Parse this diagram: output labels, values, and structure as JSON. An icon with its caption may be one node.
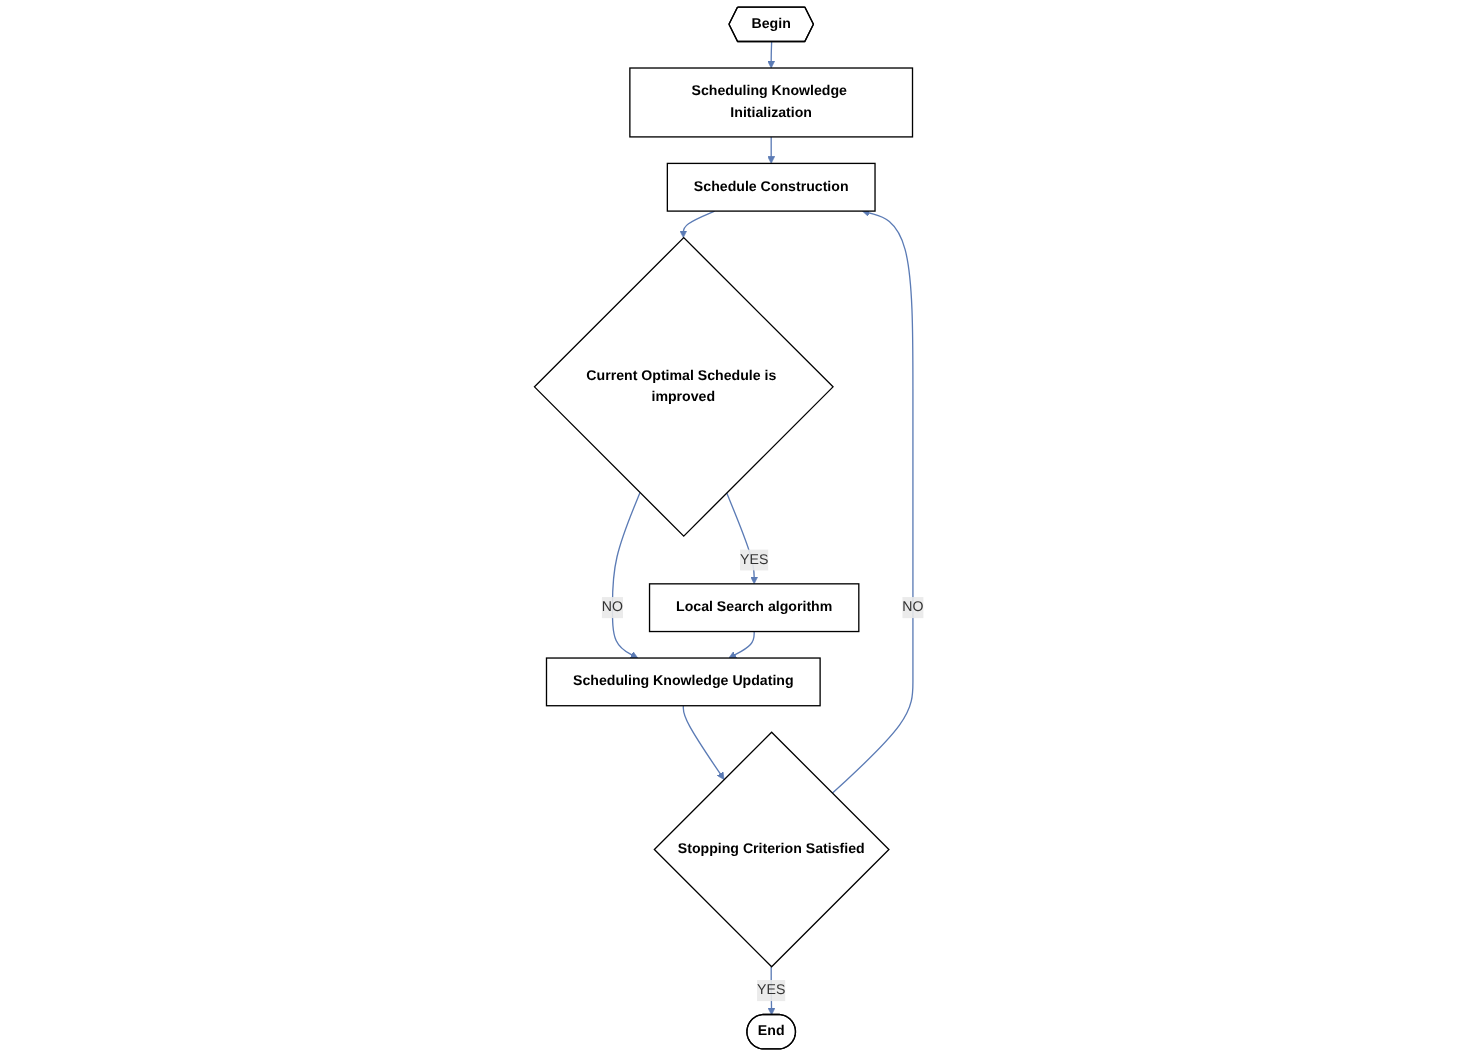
{
  "diagram": {
    "nodes": [
      {
        "text": [
          "Begin"
        ]
      },
      {
        "text": [
          "Scheduling Knowledge Initialization"
        ]
      },
      {
        "text": [
          "Schedule Construction"
        ]
      },
      {
        "text": [
          "Current Optimal Schedule is improved"
        ]
      },
      {
        "text": [
          "Local Search algorithm"
        ]
      },
      {
        "text": [
          "Scheduling Knowledge Updating"
        ]
      },
      {
        "text": [
          "Stopping Criterion Satisfied"
        ]
      },
      {
        "text": [
          "End"
        ]
      }
    ],
    "edges": [
      {
        "from": 0,
        "to": 1,
        "arrow": "to"
      },
      {
        "from": 1,
        "to": 2,
        "arrow": "to"
      },
      {
        "from": 2,
        "to": 3,
        "arrow": "to"
      },
      {
        "from": 3,
        "to": 4,
        "label": "YES",
        "arrow": "to"
      },
      {
        "from": 3,
        "to": 5,
        "label": "NO",
        "arrow": "to"
      },
      {
        "from": 4,
        "to": 5,
        "arrow": "to"
      },
      {
        "from": 5,
        "to": 6,
        "arrow": "to"
      },
      {
        "from": 6,
        "to": 2,
        "label": "NO",
        "arrow": "to"
      },
      {
        "from": 6,
        "to": 7,
        "label": "YES",
        "arrow": "to"
      }
    ]
  }
}
